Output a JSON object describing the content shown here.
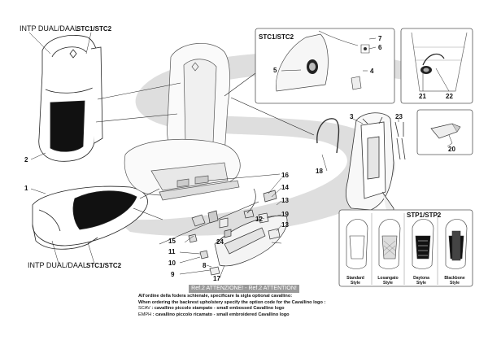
{
  "labels": {
    "intp_top": "INTP DUAL/DAAL",
    "stc_top": "STC1/STC2",
    "intp_bottom": "INTP DUAL/DAAL",
    "stc_bottom": "STC1/STC2",
    "stc_box": "STC1/STC2",
    "stp_box": "STP1/STP2"
  },
  "callouts": [
    "1",
    "2",
    "3",
    "4",
    "5",
    "6",
    "7",
    "8",
    "9",
    "10",
    "11",
    "12",
    "13",
    "13",
    "14",
    "15",
    "16",
    "17",
    "18",
    "19",
    "20",
    "21",
    "22",
    "23",
    "24"
  ],
  "styles": [
    {
      "line1": "Standard",
      "line2": "Style"
    },
    {
      "line1": "Losangato",
      "line2": "Style"
    },
    {
      "line1": "Daytona",
      "line2": "Style"
    },
    {
      "line1": "Blackbone",
      "line2": "Style"
    }
  ],
  "note": {
    "header": "Ref.2 ATTENZIONE! - Ref.2 ATTENTION!",
    "line1": "All'ordine della fodera schienale, specificare la sigla optional cavallino:",
    "line2": "When ordering the backrest upholstery specify the option code for the Cavallino logo :",
    "r1_code": "SCAV",
    "r1_text": ": cavallino piccolo stampato - small embossed Cavallino logo",
    "r2_code": "EMPH",
    "r2_text": ": cavallino piccolo ricamato - small embroidered Cavallino logo"
  },
  "colors": {
    "line": "#222222",
    "watermark": "#d9d9d9",
    "box_border": "#555555",
    "note_header_bg": "#9a9a9a"
  }
}
